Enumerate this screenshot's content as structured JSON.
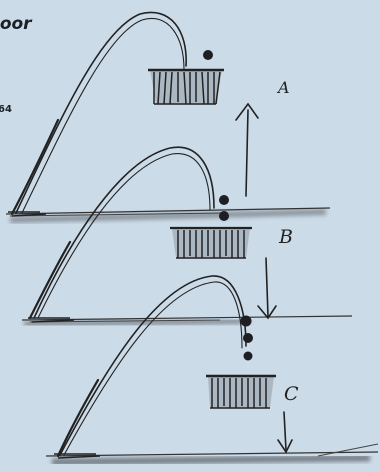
{
  "header": {
    "title_fragment": "loor",
    "page_number": "64"
  },
  "labels": {
    "a": "A",
    "b": "B",
    "c": "C"
  },
  "colors": {
    "paper": "#ccdbe8",
    "ink": "#1b1f26",
    "floor_shadow": "#7e8790"
  }
}
